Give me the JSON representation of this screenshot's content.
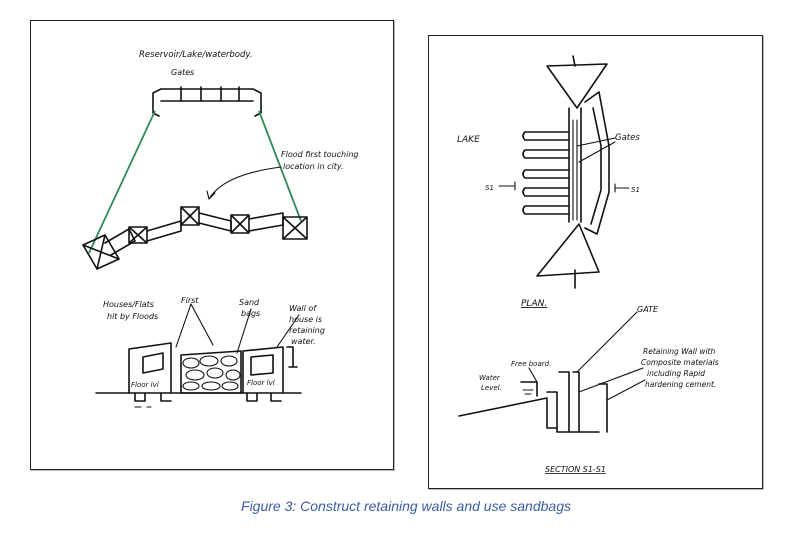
{
  "left_drawing": {
    "reservoir_label": "Reservoir/Lake/waterbody.",
    "gates_label": "Gates",
    "flood_label_line1": "Flood first touching",
    "flood_label_line2": "location in city.",
    "houses_label_line1": "Houses/Flats",
    "houses_label_line2": "hit by Floods",
    "first_label": "First",
    "sand_label_line1": "Sand",
    "sand_label_line2": "bags",
    "wall_label_line1": "Wall of",
    "wall_label_line2": "house is",
    "wall_label_line3": "retaining",
    "wall_label_line4": "water.",
    "floor1_left": "Floor lvl",
    "floor1_right": "Floor lvl",
    "flood_line_color": "#2e8b57"
  },
  "right_drawing": {
    "lake_label": "LAKE",
    "gates_label": "Gates",
    "s1_left": "S1",
    "s1_right": "S1",
    "plan_label": "PLAN.",
    "gate_label": "GATE",
    "free_board_label": "Free board.",
    "water_level_line1": "Water",
    "water_level_line2": "Level.",
    "retaining_line1": "Retaining Wall with",
    "retaining_line2": "Composite materials",
    "retaining_line3": "including Rapid",
    "retaining_line4": "hardening cement.",
    "section_label": "SECTION S1-S1"
  },
  "caption": "Figure 3: Construct retaining walls and use sandbags"
}
